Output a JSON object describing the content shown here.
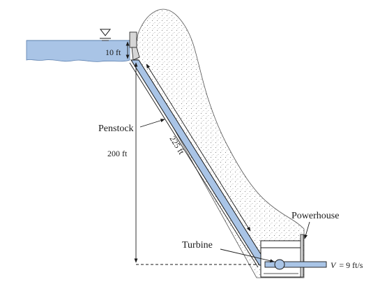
{
  "labels": {
    "reservoir_depth": "10 ft",
    "penstock": "Penstock",
    "penstock_length": "225 ft",
    "elevation_drop": "200 ft",
    "powerhouse": "Powerhouse",
    "turbine": "Turbine",
    "outlet_velocity_var": "V",
    "outlet_velocity_value": "= 9 ft/s"
  },
  "colors": {
    "water": "#a9c4e6",
    "water_edge": "#5b7fae",
    "penstock": "#a9c4e6",
    "rock_dots": "#8a8a8a",
    "outline": "#1a1a1a",
    "dam": "#d6d6d6"
  },
  "icons": {
    "free_surface": "inverted-triangle-water-level-icon"
  }
}
